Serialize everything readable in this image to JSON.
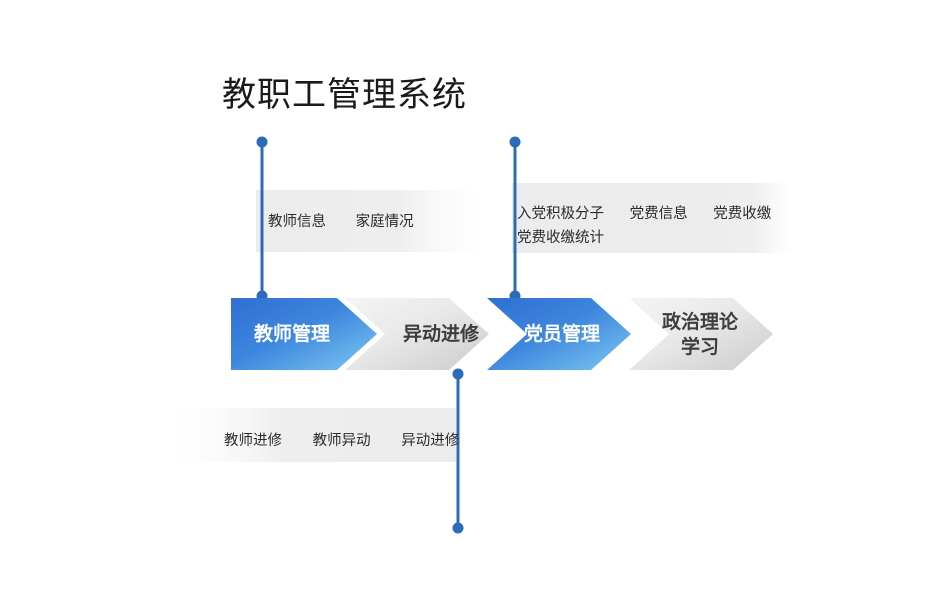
{
  "page": {
    "title": "教职工管理系统",
    "background_color": "#ffffff"
  },
  "colors": {
    "accent_blue": "#2b6cb8",
    "chevron_blue_start": "#2f6fd0",
    "chevron_blue_end": "#7ec8f2",
    "chevron_gray_start": "#f2f2f2",
    "chevron_gray_end": "#cfcfcf",
    "panel_gray": "#ececec",
    "text_dark": "#2b2b2b",
    "text_light": "#ffffff"
  },
  "flow": {
    "steps": [
      {
        "label": "教师管理",
        "style": "blue"
      },
      {
        "label": "异动进修",
        "style": "gray"
      },
      {
        "label": "党员管理",
        "style": "blue"
      },
      {
        "label_line1": "政治理论",
        "label_line2": "学习",
        "style": "gray"
      }
    ]
  },
  "callouts": {
    "top_left": {
      "attached_to": "教师管理",
      "rows": [
        [
          "教师信息",
          "家庭情况"
        ]
      ]
    },
    "top_right": {
      "attached_to": "党员管理",
      "rows": [
        [
          "入党积极分子",
          "党费信息",
          "党费收缴"
        ],
        [
          "党费收缴统计"
        ]
      ]
    },
    "bottom": {
      "attached_to": "异动进修",
      "rows": [
        [
          "教师进修",
          "教师异动",
          "异动进修"
        ]
      ]
    }
  }
}
